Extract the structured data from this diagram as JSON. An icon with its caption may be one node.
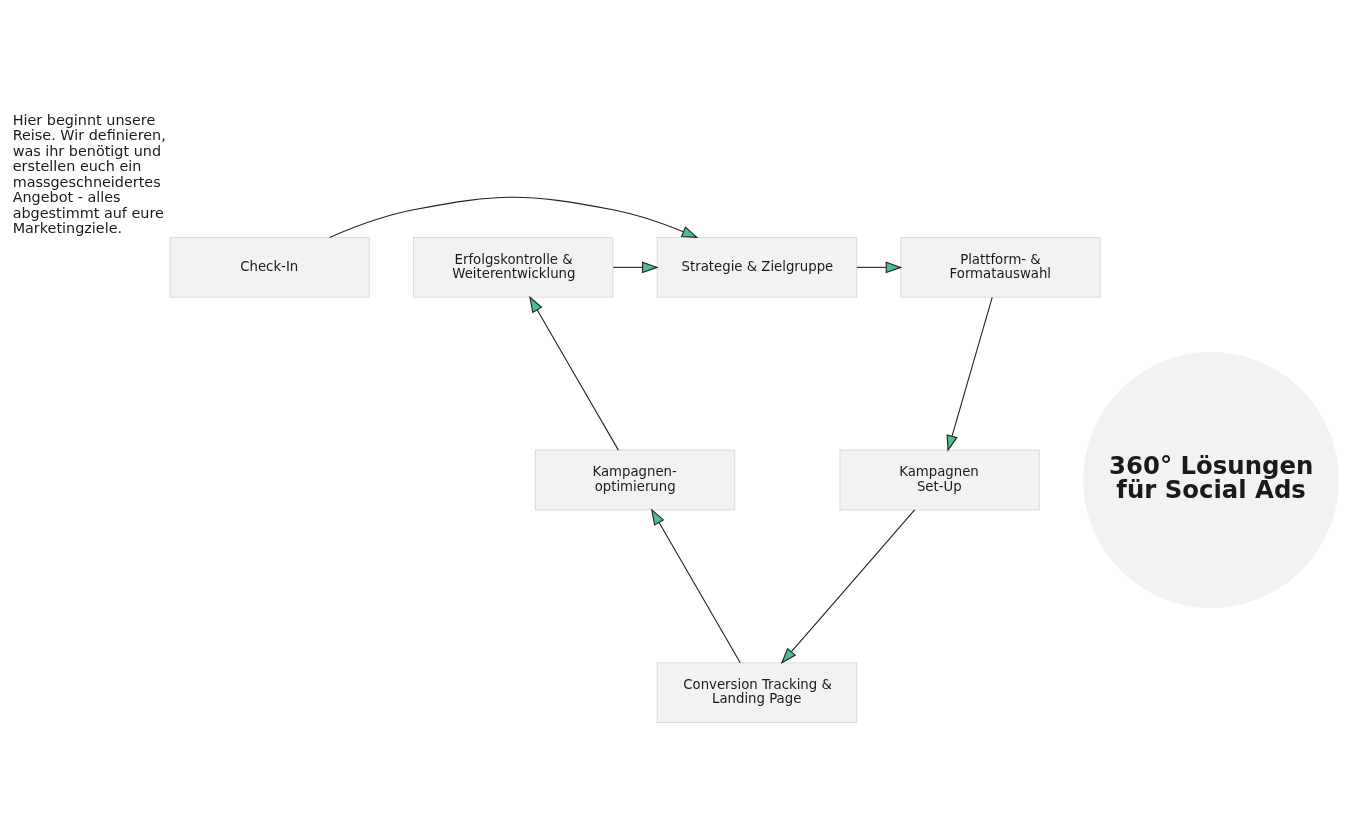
{
  "diagram": {
    "nodes": [
      {
        "text": [
          "Check-In"
        ],
        "beside": [
          "Hier beginnt unsere Reise. Wir definieren, was ihr benötigt und erstellen euch ein massgeschneidertes Angebot - alles abgestimmt auf eure Marketingziele."
        ]
      },
      {
        "text": [
          "Strategie & Zielgruppe"
        ]
      },
      {
        "text": [
          "Plattform- & Formatauswahl"
        ]
      },
      {
        "text": [
          "Kampagnen Set-Up"
        ]
      },
      {
        "text": [
          "Conversion Tracking & Landing Page"
        ]
      },
      {
        "text": [
          "Kampagnen- optimierung"
        ]
      },
      {
        "text": [
          "Erfolgskontrolle & Weiterentwicklung"
        ]
      },
      {
        "text": [
          "360° Lösungen für Social Ads"
        ]
      }
    ],
    "edges": [
      {
        "from": 0,
        "to": 1,
        "arrow": "to"
      },
      {
        "from": 1,
        "to": 2,
        "arrow": "to"
      },
      {
        "from": 2,
        "to": 3,
        "arrow": "to"
      },
      {
        "from": 3,
        "to": 4,
        "arrow": "to"
      },
      {
        "from": 4,
        "to": 5,
        "arrow": "to"
      },
      {
        "from": 5,
        "to": 6,
        "arrow": "to"
      },
      {
        "from": 6,
        "to": 1,
        "arrow": "to"
      }
    ]
  }
}
